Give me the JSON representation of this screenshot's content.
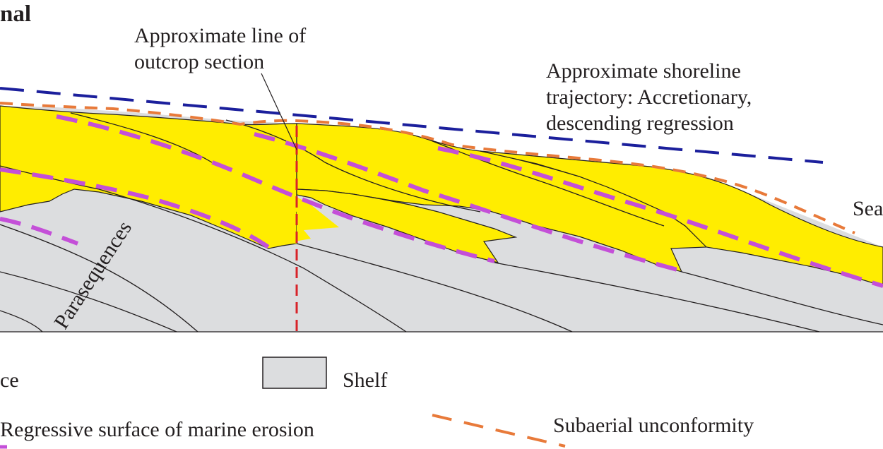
{
  "title_fragment": "nal",
  "annotations": {
    "outcrop_line_1": "Approximate line of",
    "outcrop_line_2": "outcrop section",
    "shoreline_1": "Approximate shoreline",
    "shoreline_2": "trajectory: Accretionary,",
    "shoreline_3": "descending regression",
    "sea_fragment": "Sea",
    "parasequences": "Parasequences"
  },
  "legend": {
    "left_fragment": "ce",
    "shelf": "Shelf",
    "regressive_surface": "Regressive surface of marine erosion",
    "subaerial": "Subaerial unconformity"
  },
  "colors": {
    "sand": "#ffed00",
    "shelf": "#dcdddf",
    "regressive_surface": "#c44fd8",
    "subaerial_unconformity": "#e87a3a",
    "shoreline_trajectory": "#1b1f9c",
    "outcrop_section": "#d8232a",
    "line": "#231f20"
  }
}
